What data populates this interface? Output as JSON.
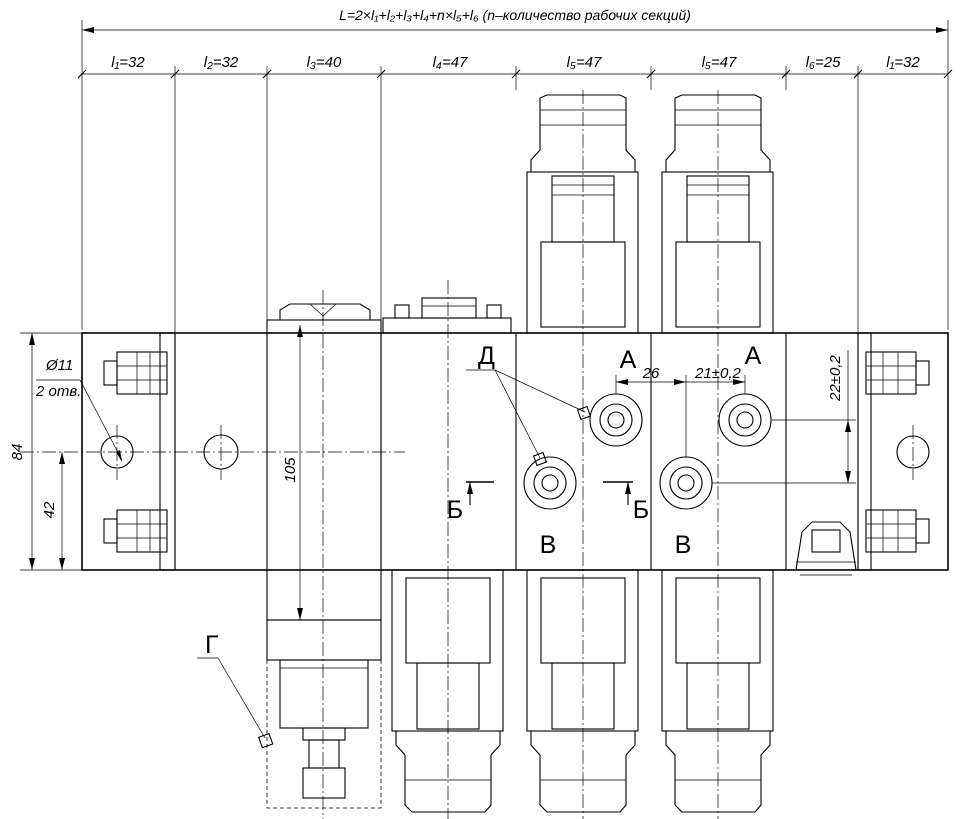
{
  "title_formula": "L=2×l₁+l₂+l₃+l₄+n×l₅+l₆ (n–количество рабочих секций)",
  "sections": [
    {
      "label": "l₁=32"
    },
    {
      "label": "l₂=32"
    },
    {
      "label": "l₃=40"
    },
    {
      "label": "l₄=47"
    },
    {
      "label": "l₅=47"
    },
    {
      "label": "l₅=47"
    },
    {
      "label": "l₆=25"
    },
    {
      "label": "l₁=32"
    }
  ],
  "dimensions": {
    "height_total": "84",
    "half_height": "42",
    "hole": "Ø11",
    "hole_count": "2 отв.",
    "length_105": "105",
    "spacing_26": "26",
    "spacing_21": "21±0,2",
    "vertical_22": "22±0,2"
  },
  "ports": {
    "a1": "А",
    "a2": "А",
    "b1": "В",
    "b2": "В",
    "section_left": "Б",
    "section_right": "Б"
  },
  "callouts": {
    "g": "Г",
    "d": "Д"
  }
}
